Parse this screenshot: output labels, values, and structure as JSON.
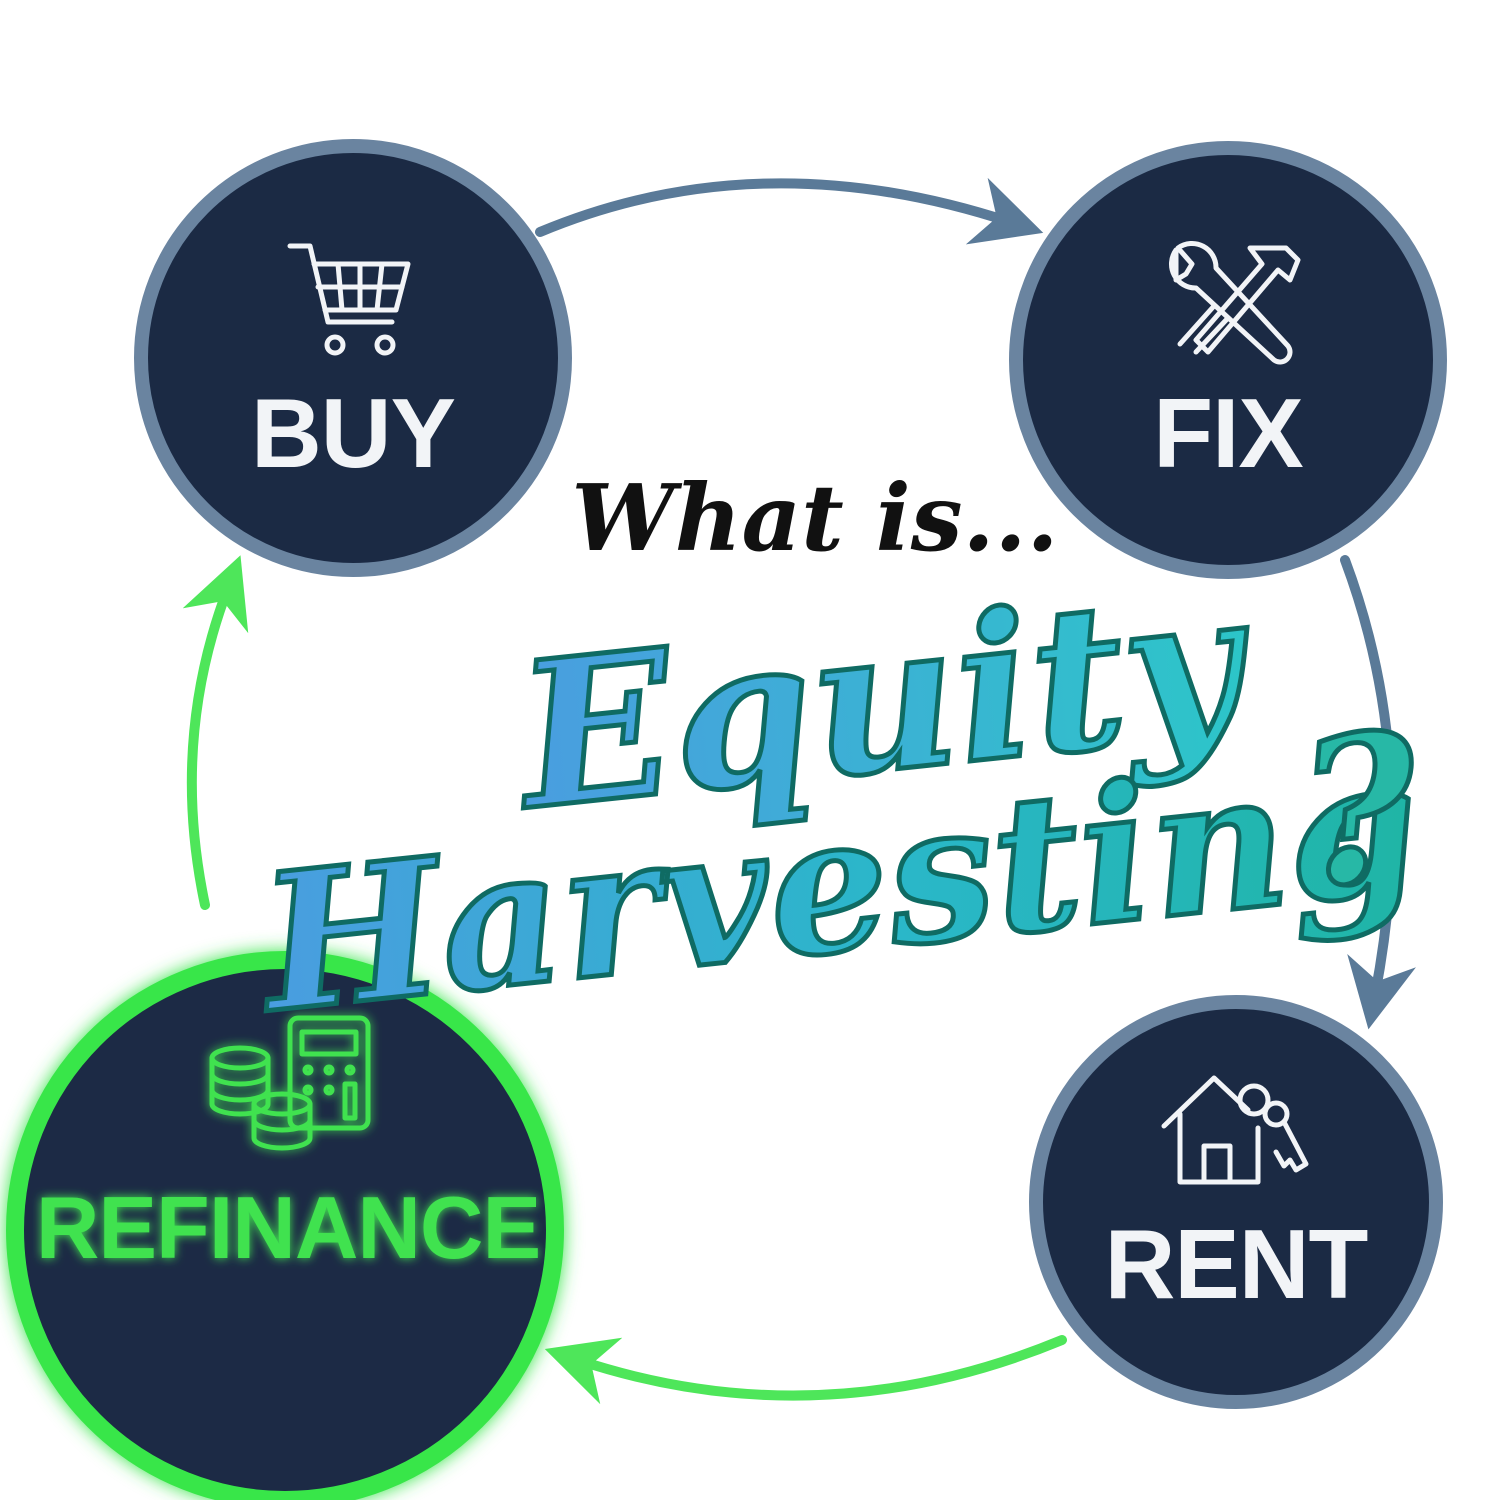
{
  "nodes": {
    "buy": {
      "label": "BUY",
      "icon": "shopping-cart-icon"
    },
    "fix": {
      "label": "FIX",
      "icon": "wrench-hammer-icon"
    },
    "rent": {
      "label": "RENT",
      "icon": "house-key-icon"
    },
    "refinance": {
      "label": "REFINANCE",
      "icon": "coins-calculator-icon"
    }
  },
  "headline": {
    "line1": "What is...",
    "line2": "Equity",
    "line3": "Harvesting",
    "mark": "?"
  },
  "colors": {
    "node_fill": "#1b2a44",
    "node_ring": "#6a84a0",
    "arrow_blue": "#5a7a98",
    "glow_green": "#39e64a",
    "label_white": "#f2f4f7",
    "headline_black": "#111111",
    "headline_teal": "#1fb5b5",
    "headline_blue": "#4a9de0"
  }
}
